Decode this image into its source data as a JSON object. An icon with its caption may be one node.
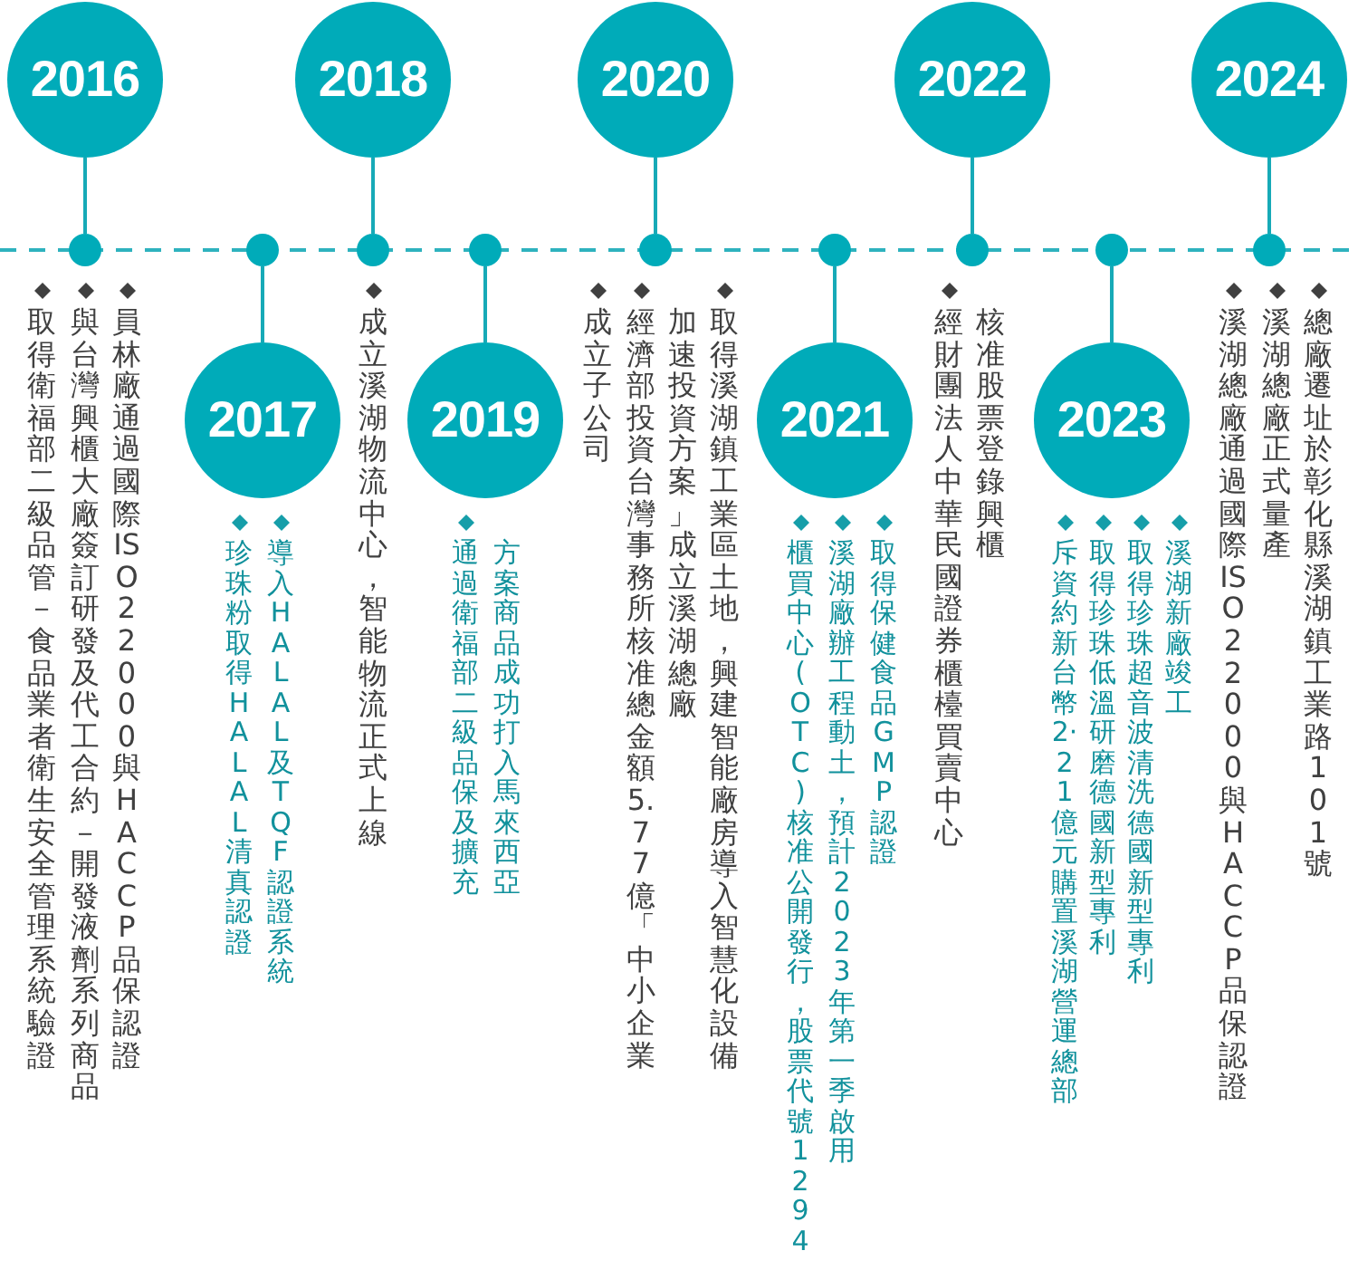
{
  "diagram": {
    "nodes": [
      {
        "text": [
          "2016"
        ]
      },
      {
        "text": [
          "2018"
        ]
      },
      {
        "text": [
          "2020"
        ]
      },
      {
        "text": [
          "2022"
        ]
      },
      {
        "text": [
          "2024"
        ]
      },
      {
        "text": [],
        "shape": "circle",
        "beside": [
          "取得衛福部二級品管－食品業者衛生安全管理系統驗證",
          "與台灣興櫃大廠簽訂研發及代工合約－開發液劑系列商品",
          "員林廠通過國際ISO 22000與HACCP品保認證"
        ]
      },
      {
        "text": [],
        "shape": "circle"
      },
      {
        "text": [],
        "shape": "circle"
      },
      {
        "text": [],
        "shape": "circle"
      },
      {
        "text": [],
        "shape": "circle",
        "beside": [
          "成立子公司",
          "經濟部投資台灣事務所核准總金額 5.77億「中小企業加速投資方案」成立溪湖總廠",
          "取得溪湖鎮工業區土地，興建智能廠房導入智慧化設備"
        ]
      },
      {
        "text": [],
        "shape": "circle"
      },
      {
        "text": [],
        "shape": "circle"
      },
      {
        "text": [],
        "shape": "circle"
      },
      {
        "text": [],
        "shape": "circle",
        "beside": [
          "溪湖總廠通過國際 ISO 22000與HACCP品保認證",
          "溪湖總廠正式量產",
          "總廠遷址於彰化縣溪湖鎮工業路 101號"
        ]
      },
      {
        "text": [
          "2017"
        ],
        "beside": [
          "珍珠粉取得HALAL清真認證",
          "導入HALAL及TQF認證系統"
        ]
      },
      {
        "text": [
          "2019"
        ],
        "beside": [
          "通過衛福部二級品保及擴充方案商品成功打入馬來西亞"
        ]
      },
      {
        "text": [
          "2021"
        ],
        "beside": [
          "櫃買中心(OTC) 核准公開發行，股票代號 1294",
          "溪湖廠辦工程動土，預計 2023 年第一季啟用",
          "取得保健食品GMP認證"
        ]
      },
      {
        "text": [
          "2023"
        ],
        "beside": [
          "斥資約新台幣 2·21億元購置溪湖營運總部",
          "取得珍珠低溫研磨德國新型專利",
          "取得珍珠超音波清洗德國新型專利",
          "溪湖新廠竣工"
        ]
      }
    ],
    "edges": [
      {
        "from": 0,
        "to": 5,
        "arrow": "none"
      },
      {
        "from": 1,
        "to": 7,
        "arrow": "none"
      },
      {
        "from": 2,
        "to": 9,
        "arrow": "none"
      },
      {
        "from": 3,
        "to": 11,
        "arrow": "none"
      },
      {
        "from": 4,
        "to": 13,
        "arrow": "none"
      },
      {
        "from": 6,
        "to": 14,
        "arrow": "none"
      },
      {
        "from": 8,
        "to": 15,
        "arrow": "none"
      },
      {
        "from": 10,
        "to": 16,
        "arrow": "none"
      },
      {
        "from": 12,
        "to": 17,
        "arrow": "none"
      }
    ],
    "labels": [
      "成立溪湖物流中心，智能物流正式上線",
      "經財團法人中華民國證券櫃檯買賣中心核准股票登錄興櫃"
    ]
  }
}
